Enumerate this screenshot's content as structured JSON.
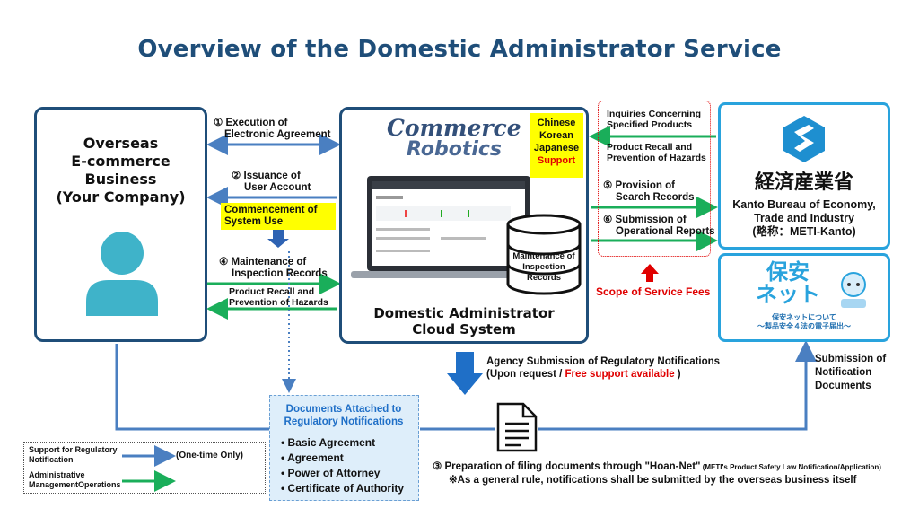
{
  "title": "Overview of the Domestic Administrator Service",
  "left_box": {
    "name_lines": [
      "Overseas",
      "E-commerce",
      "Business",
      "(Your Company)"
    ]
  },
  "middle_box": {
    "logo_top": "Commerce",
    "logo_bottom": "Robotics",
    "support_lines": [
      "Chinese",
      "Korean",
      "Japanese",
      "Support"
    ],
    "db_label_lines": [
      "Maintenance of",
      "Inspection Records"
    ],
    "name_lines": [
      "Domestic Administrator",
      "Cloud System"
    ]
  },
  "right_box": {
    "kanji": "経済産業省",
    "name_lines": [
      "Kanto Bureau of Economy,",
      "Trade and Industry",
      "(略称：METI-Kanto)"
    ]
  },
  "hoan_box": {
    "logo_lines": [
      "保安",
      "ネット"
    ],
    "caption_lines": [
      "保安ネットについて",
      "〜製品安全４法の電子届出〜"
    ]
  },
  "left_arrows": {
    "a1": [
      "① Execution of",
      "Electronic Agreement"
    ],
    "a2": [
      "② Issuance of",
      "User Account"
    ],
    "commencement": [
      "Commencement of",
      "System Use"
    ],
    "a4": [
      "④ Maintenance of",
      "Inspection Records"
    ],
    "recall": [
      "Product Recall and",
      "Prevention of Hazards"
    ]
  },
  "right_arrows": {
    "inquiries": [
      "Inquiries Concerning",
      "Specified Products"
    ],
    "recall": [
      "Product Recall and",
      "Prevention of Hazards"
    ],
    "a5": [
      "⑤ Provision of",
      "Search Records"
    ],
    "a6": [
      "⑥ Submission of",
      "Operational Reports"
    ],
    "scope": "Scope of Service Fees"
  },
  "agency": {
    "line1": "Agency Submission of Regulatory Notifications",
    "line2_prefix": "(Upon request / ",
    "line2_red": "Free support available",
    "line2_suffix": " )"
  },
  "submission_label": [
    "Submission of",
    "Notification",
    "Documents"
  ],
  "documents": {
    "title_lines": [
      "Documents Attached to",
      "Regulatory Notifications"
    ],
    "items": [
      "• Basic Agreement",
      "• Agreement",
      "• Power of Attorney",
      "• Certificate of Authority"
    ]
  },
  "preparation": {
    "line1_main": "③ Preparation of filing documents through \"Hoan-Net\"",
    "line1_small": " (METI's Product Safety Law Notification/Application)",
    "line2": "※As a general rule, notifications shall be submitted by the overseas business itself"
  },
  "legend": {
    "item1": [
      "Support for Regulatory",
      "Notification"
    ],
    "item2": [
      "Administrative",
      "ManagementOperations"
    ],
    "one_time": "(One-time Only)"
  },
  "colors": {
    "navy": "#1f4e79",
    "blue_arrow": "#4a7fc1",
    "green_arrow": "#1aae5a",
    "light_blue": "#29a3dd",
    "yellow": "#ffff00",
    "red": "#e00000",
    "person": "#3fb3c9"
  }
}
